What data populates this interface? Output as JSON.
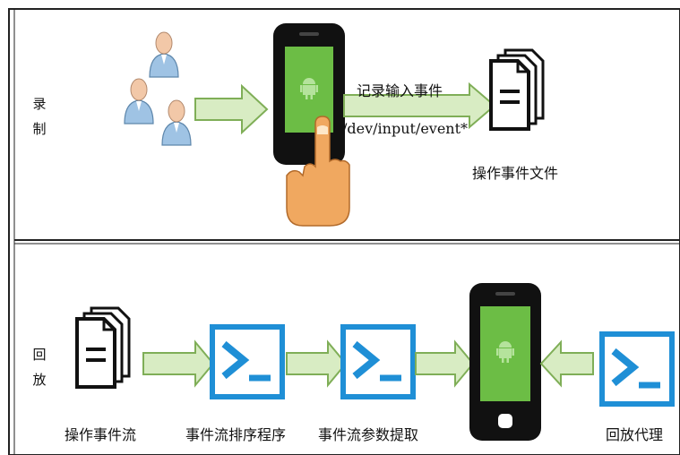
{
  "sections": {
    "record": {
      "side_label_line1": "录",
      "side_label_line2": "制",
      "arrow_label_top": "记录输入事件",
      "arrow_label_bottom": "/dev/input/event*",
      "output_label": "操作事件文件"
    },
    "replay": {
      "side_label_line1": "回",
      "side_label_line2": "放",
      "stream_label": "操作事件流",
      "sorter_label": "事件流排序程序",
      "extractor_label": "事件流参数提取",
      "agent_label": "回放代理"
    }
  },
  "colors": {
    "arrow_fill": "#d8ecc3",
    "arrow_stroke": "#7fae57",
    "terminal_blue": "#1f8fd6",
    "phone_screen_green": "#6cbd45",
    "user_blue": "#9fc3e4",
    "user_skin": "#f2c8a8",
    "hand_skin": "#f0a860"
  }
}
